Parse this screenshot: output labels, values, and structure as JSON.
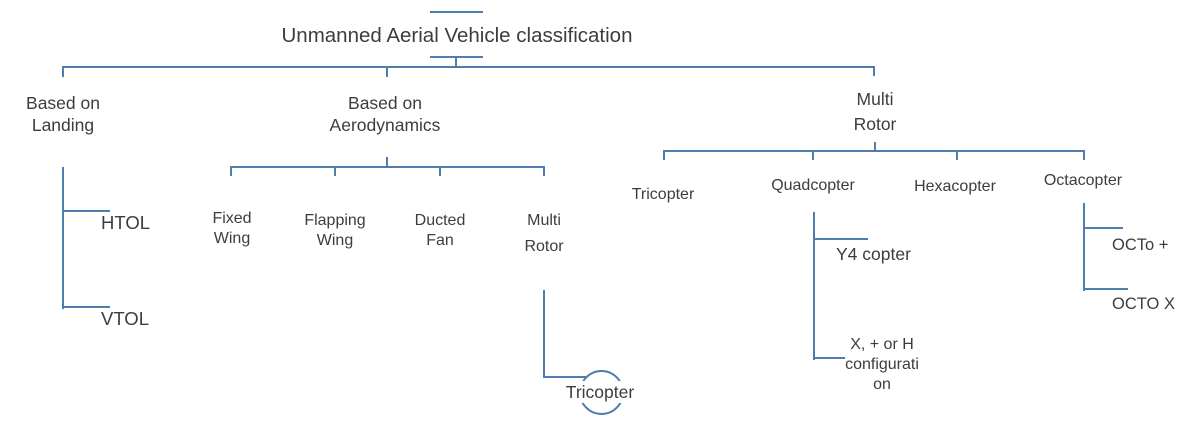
{
  "colors": {
    "line": "#4f7dad",
    "text": "#3d3d3d"
  },
  "root": {
    "title": "Unmanned Aerial Vehicle classification"
  },
  "branches": {
    "landing": {
      "label": "Based on\nLanding",
      "children": [
        {
          "label": "HTOL"
        },
        {
          "label": "VTOL"
        }
      ]
    },
    "aerodynamics": {
      "label": "Based on\nAerodynamics",
      "children": [
        {
          "label": "Fixed\nWing"
        },
        {
          "label": "Flapping\nWing"
        },
        {
          "label": "Ducted\nFan"
        },
        {
          "label": "Multi\nRotor"
        }
      ],
      "multi_rotor_children": [
        {
          "label": "Tricopter",
          "shape": "circle"
        }
      ]
    },
    "multi_rotor": {
      "label": "Multi\nRotor",
      "children": [
        {
          "label": "Tricopter"
        },
        {
          "label": "Quadcopter"
        },
        {
          "label": "Hexacopter"
        },
        {
          "label": "Octacopter"
        }
      ],
      "quadcopter_children": [
        {
          "label": "Y4 copter"
        },
        {
          "label": "X, + or H\nconfigurati\non"
        }
      ],
      "octacopter_children": [
        {
          "label": "OCTo +"
        },
        {
          "label": "OCTO X"
        }
      ]
    }
  }
}
